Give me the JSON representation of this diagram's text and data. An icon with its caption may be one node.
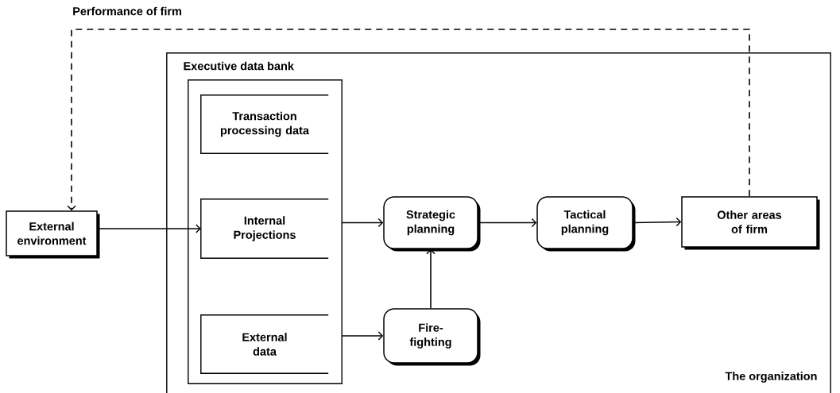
{
  "diagram": {
    "nodes": [
      {
        "text": [
          "The organization"
        ]
      },
      {
        "text": [
          "Executive data bank"
        ],
        "in": 0
      },
      {
        "text": [
          "Transaction processing data"
        ],
        "in": 1
      },
      {
        "text": [
          "Internal Projections"
        ],
        "in": 1
      },
      {
        "text": [
          "External data"
        ],
        "in": 1
      },
      {
        "text": [
          "External environment"
        ]
      },
      {
        "text": [
          "Strategic planning"
        ],
        "in": 0
      },
      {
        "text": [
          "Tactical planning"
        ],
        "in": 0
      },
      {
        "text": [
          "Other areas of firm"
        ],
        "in": 0
      },
      {
        "text": [
          "Fire-fighting"
        ],
        "in": 0
      }
    ],
    "edges": [
      {
        "from": 5,
        "to": 3,
        "arrow": "to"
      },
      {
        "from": 1,
        "to": 6,
        "arrow": "to"
      },
      {
        "from": 1,
        "to": 9,
        "arrow": "to"
      },
      {
        "from": 6,
        "to": 7,
        "arrow": "to"
      },
      {
        "from": 7,
        "to": 8,
        "arrow": "to"
      },
      {
        "from": 9,
        "to": 6,
        "arrow": "to"
      },
      {
        "from": 8,
        "to": 5,
        "arrow": "to",
        "style": "dashed",
        "label": "Performance of firm"
      }
    ]
  }
}
